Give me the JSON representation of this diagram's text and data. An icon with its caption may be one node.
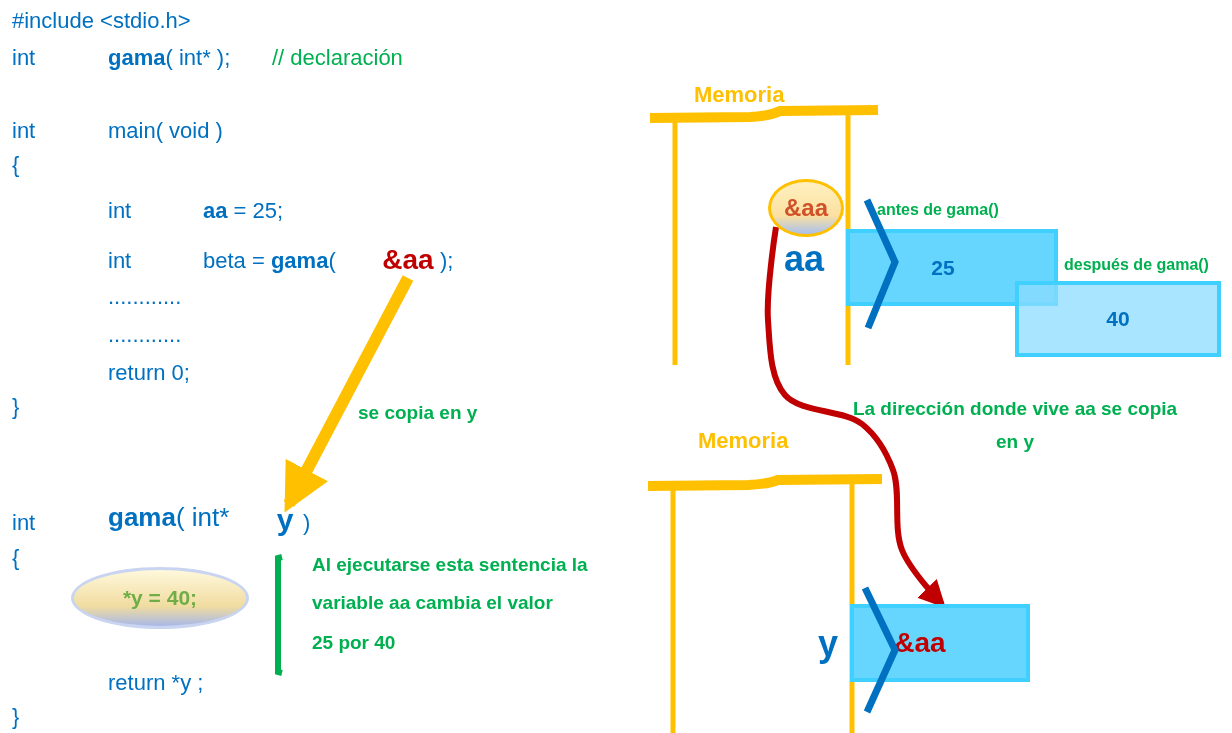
{
  "diagram": {
    "nodes": [
      {
        "text": [
          "&aa"
        ]
      },
      {
        "text": [
          "y"
        ]
      },
      {
        "text": [
          "*y = 40;"
        ]
      },
      {
        "text": [
          "&aa"
        ]
      },
      {
        "text": [
          "25"
        ],
        "beside": [
          "antes de gama()"
        ]
      },
      {
        "text": [
          "40"
        ],
        "beside": [
          "después de gama()"
        ]
      },
      {
        "text": [
          "&aa"
        ]
      }
    ],
    "edges": [
      {
        "from": 0,
        "to": 1,
        "arrow": "to",
        "label": "se copia en y",
        "style": "thick",
        "color": "#ffc000"
      },
      {
        "from": 3,
        "to": 6,
        "arrow": "to",
        "label": "La dirección donde vive aa se copia en y",
        "color": "#c00000"
      }
    ],
    "labels": [
      "#include <stdio.h>",
      "int",
      "**gama**( int* );",
      "// declaración",
      "int",
      "main( void )",
      "{",
      "int",
      "**aa** = 25;",
      "int",
      "beta = **gama**(",
      ");",
      "............",
      "............",
      "return 0;",
      "}",
      "Memoria",
      "aa",
      "int",
      "**gama**( int*",
      ")",
      "{",
      "Al ejecutarse esta sentencia la variable aa cambia el valor",
      "25 por 40",
      "Memoria",
      "y",
      "return *y ;",
      "}"
    ]
  }
}
